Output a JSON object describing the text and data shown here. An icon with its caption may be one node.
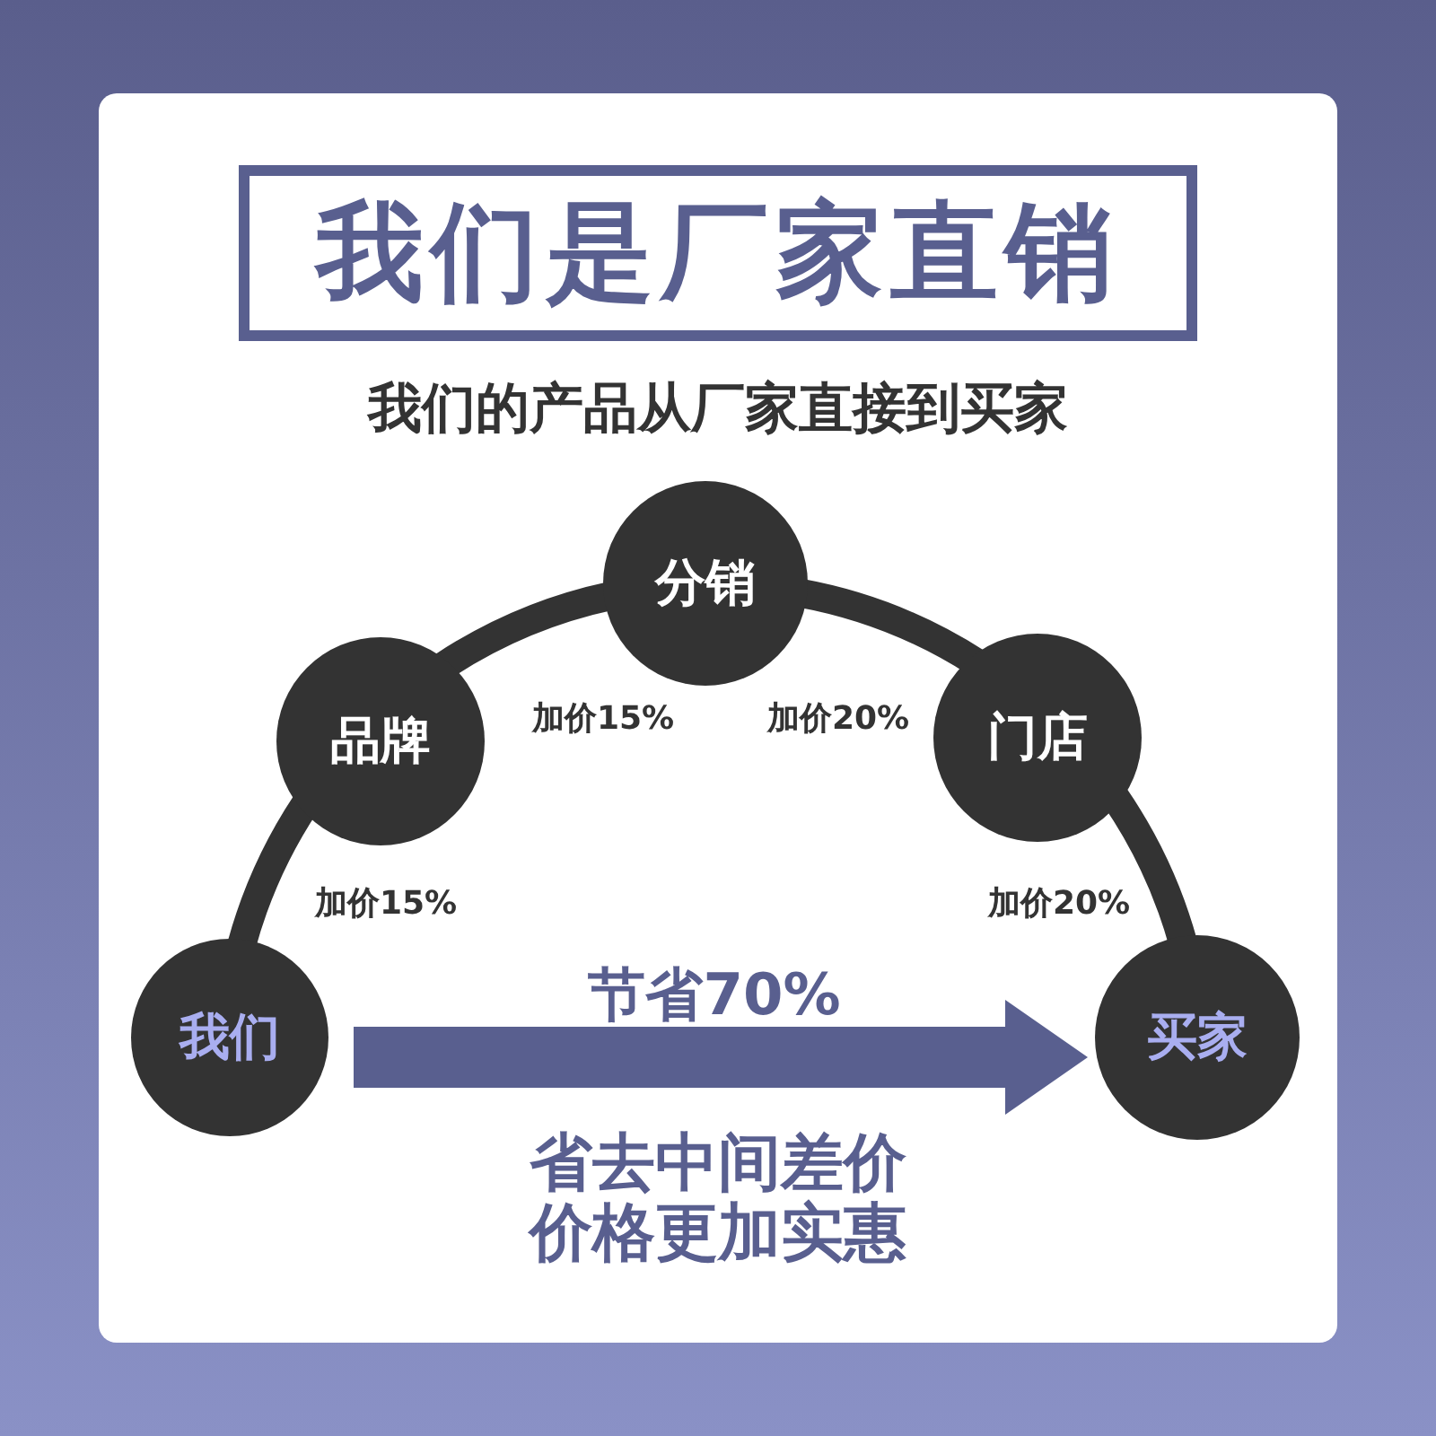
{
  "diagram": {
    "title": "我们是厂家直销",
    "nodes": [
      {
        "text": [
          "我们"
        ]
      },
      {
        "text": [
          "品牌"
        ]
      },
      {
        "text": [
          "分销"
        ]
      },
      {
        "text": [
          "门店"
        ]
      },
      {
        "text": [
          "买家"
        ]
      }
    ],
    "edges": [
      {
        "from": 0,
        "to": 1,
        "arrow": "none",
        "label": "加价15%"
      },
      {
        "from": 1,
        "to": 2,
        "arrow": "none",
        "label": "加价15%"
      },
      {
        "from": 2,
        "to": 3,
        "arrow": "none",
        "label": "加价20%"
      },
      {
        "from": 3,
        "to": 4,
        "arrow": "none",
        "label": "加价20%"
      },
      {
        "from": 0,
        "to": 4,
        "arrow": "to",
        "label": "节省70%",
        "style": "thick",
        "color": "#595f8f"
      }
    ],
    "labels": [
      "我们的产品从厂家直接到买家",
      "省去中间差价价格更加实惠"
    ]
  }
}
